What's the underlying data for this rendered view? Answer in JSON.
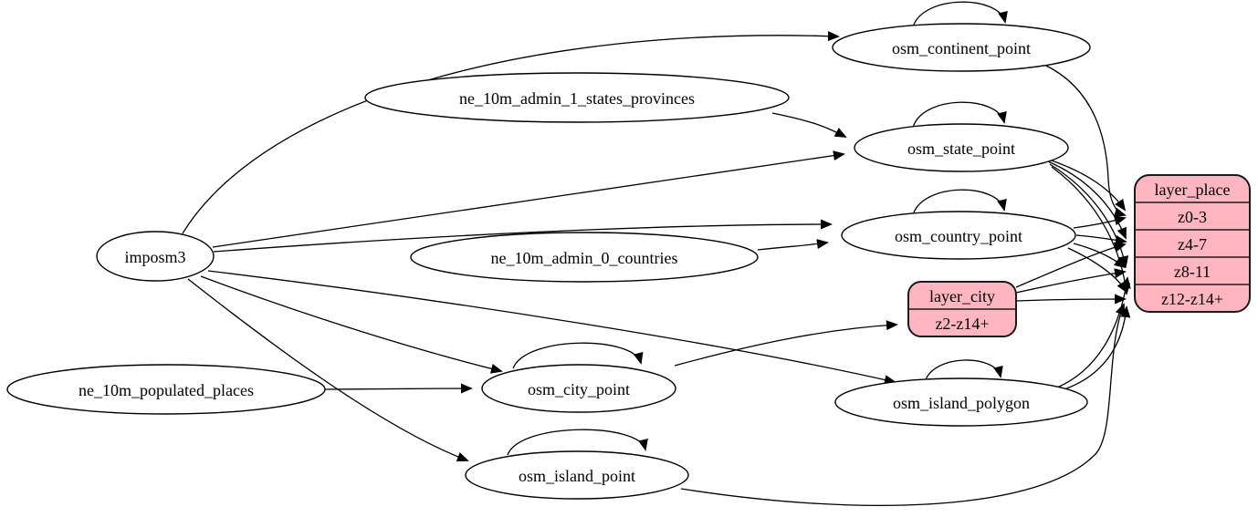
{
  "diagram": {
    "kind": "etl-dependency-graph",
    "colors": {
      "background": "#ffffff",
      "node_fill": "#ffffff",
      "record_fill": "#ffb6c1",
      "stroke": "#000000"
    },
    "nodes": {
      "imposm3": {
        "label": "imposm3"
      },
      "ne_10m_admin_1_states_provinces": {
        "label": "ne_10m_admin_1_states_provinces"
      },
      "ne_10m_admin_0_countries": {
        "label": "ne_10m_admin_0_countries"
      },
      "ne_10m_populated_places": {
        "label": "ne_10m_populated_places"
      },
      "osm_continent_point": {
        "label": "osm_continent_point"
      },
      "osm_state_point": {
        "label": "osm_state_point"
      },
      "osm_country_point": {
        "label": "osm_country_point"
      },
      "osm_city_point": {
        "label": "osm_city_point"
      },
      "osm_island_polygon": {
        "label": "osm_island_polygon"
      },
      "osm_island_point": {
        "label": "osm_island_point"
      }
    },
    "records": {
      "layer_city": {
        "title": "layer_city",
        "rows": [
          "z2-z14+"
        ]
      },
      "layer_place": {
        "title": "layer_place",
        "rows": [
          "z0-3",
          "z4-7",
          "z8-11",
          "z12-z14+"
        ]
      }
    },
    "edges": [
      {
        "from": "imposm3",
        "to": "osm_continent_point"
      },
      {
        "from": "imposm3",
        "to": "osm_state_point"
      },
      {
        "from": "imposm3",
        "to": "osm_country_point"
      },
      {
        "from": "imposm3",
        "to": "osm_city_point"
      },
      {
        "from": "imposm3",
        "to": "osm_island_polygon"
      },
      {
        "from": "imposm3",
        "to": "osm_island_point"
      },
      {
        "from": "ne_10m_admin_1_states_provinces",
        "to": "osm_state_point"
      },
      {
        "from": "ne_10m_admin_0_countries",
        "to": "osm_country_point"
      },
      {
        "from": "ne_10m_populated_places",
        "to": "osm_city_point"
      },
      {
        "from": "osm_continent_point",
        "to": "osm_continent_point"
      },
      {
        "from": "osm_state_point",
        "to": "osm_state_point"
      },
      {
        "from": "osm_country_point",
        "to": "osm_country_point"
      },
      {
        "from": "osm_city_point",
        "to": "osm_city_point"
      },
      {
        "from": "osm_island_polygon",
        "to": "osm_island_polygon"
      },
      {
        "from": "osm_island_point",
        "to": "osm_island_point"
      },
      {
        "from": "osm_city_point",
        "to": "layer_city:z2-z14+"
      },
      {
        "from": "osm_continent_point",
        "to": "layer_place:z0-3"
      },
      {
        "from": "osm_state_point",
        "to": "layer_place:z0-3"
      },
      {
        "from": "osm_state_point",
        "to": "layer_place:z4-7"
      },
      {
        "from": "osm_state_point",
        "to": "layer_place:z8-11"
      },
      {
        "from": "osm_state_point",
        "to": "layer_place:z12-z14+"
      },
      {
        "from": "osm_country_point",
        "to": "layer_place:z0-3"
      },
      {
        "from": "osm_country_point",
        "to": "layer_place:z4-7"
      },
      {
        "from": "osm_country_point",
        "to": "layer_place:z8-11"
      },
      {
        "from": "osm_country_point",
        "to": "layer_place:z12-z14+"
      },
      {
        "from": "layer_city",
        "to": "layer_place:z4-7"
      },
      {
        "from": "layer_city",
        "to": "layer_place:z8-11"
      },
      {
        "from": "layer_city",
        "to": "layer_place:z12-z14+"
      },
      {
        "from": "osm_island_polygon",
        "to": "layer_place:z8-11"
      },
      {
        "from": "osm_island_polygon",
        "to": "layer_place:z12-z14+"
      },
      {
        "from": "osm_island_point",
        "to": "layer_place:z12-z14+"
      }
    ]
  }
}
